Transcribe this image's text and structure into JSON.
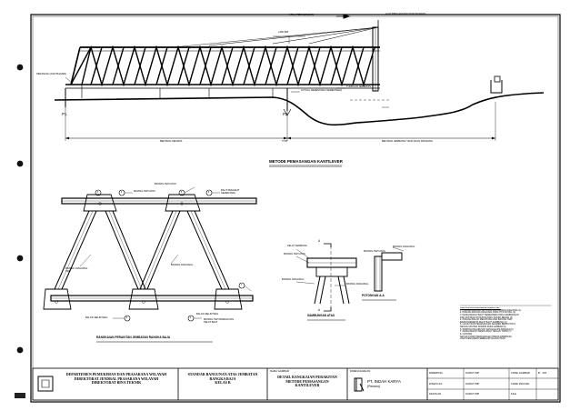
{
  "main_title": "METODE PEMASANGAN KANTILEVER",
  "drawing_titles": {
    "truss": "RANGKAIAN PERAKITAN JEMBATAN RANGKA BAJA",
    "joint": "SAMBUNGAN ATAS",
    "section": "POTONGAN A-A"
  },
  "elevation_labels": {
    "launch_direction": "ARAH PEMASANGAN",
    "tower_label": "ALAT PENGANGKAT (DAN SEJENIS)",
    "cable_label": "LAMI BAT",
    "left_support": "PERANCAH (KANTILEVER)",
    "p1": "P1",
    "p2": "P2",
    "pier_note": "ACTUAL SEMENTARA (SEMENTARA)",
    "bearing_note": "TUMPUAN JEMBATAN",
    "span_left": "BENTANG PENARIK",
    "span_mid": "TITIK",
    "span_right": "BENTANG JEMBATAN YANG AKAN DIPASANG"
  },
  "truss_labels": {
    "top_left": "BATANG TEPI ATAS",
    "top_mid": "BATANG TEPI ATAS",
    "top_right": "BAUT PENGIKAT SEMENTARA",
    "diag_left": "BATANG DIAGONAL TEPI",
    "diag_right": "BATANG DIAGONAL",
    "bottom_left": "BALOK MELINTANG",
    "bottom_mid": "BALOK MELINTANG",
    "bottom_right": "BATANG TEPI BAWAH DAN PELAT BAUT",
    "n1": "1",
    "n2": "2",
    "n3": "3",
    "n4": "4",
    "n5": "5",
    "n6": "6",
    "n7": "7"
  },
  "joint_labels": {
    "a_top": "A",
    "a_bottom": "A",
    "l1": "PELAT SAMBUNG",
    "l2": "BATANG TEPI ATAS",
    "l3": "BATANG DIAGONAL",
    "l4": "BATANG DIAGONAL",
    "s1": "BATANG DIAGONAL",
    "s2": "BATANG TEPI ATAS"
  },
  "notes": {
    "heading": "URUTAN PELAKSANAAN PERAKITAN :",
    "lines": [
      "1. PASANG BATANG TEPI ATAS DAN BATANG DIAGONAL (1)",
      "2. PASANG BATANG DIAGONAL PADA TITIK BUHUL (2)",
      "3. KENCANGKAN BAUT SEMENTARA PADA SAMBUNGAN",
      "   DAN PASTIKAN POSISI BATANG SUDAH BENAR (3)",
      "4. PASANG BALOK MELINTANG DAN BATANG TEPI",
      "   BAWAH BESERTA PELAT BAUT SAMBUNG (4)",
      "5. LANJUTKAN PEMASANGAN SEGMEN BERIKUTNYA",
      "   SESUAI URUTAN NOMOR PADA GAMBAR (5)",
      "6. PERIKSA KELURUSAN DAN ELEVASI RANGKA (6)",
      "7. KENCANGKAN SEMUA BAUT SESUAI TORSI (7)",
      "8. CATATAN :",
      "   SETIAP TAHAP PEMASANGAN HARUS DIPERIKSA",
      "   OLEH PENGAWAS SEBELUM DILANJUTKAN"
    ]
  },
  "title_block": {
    "org_lines": [
      "DEPARTEMEN PEMUKIMAN DAN PRASARANA WILAYAH",
      "DIREKTORAT JENDRAL PRASARANA WILAYAH",
      "DIREKTORAT BINA TEKNIK"
    ],
    "standard_lines": [
      "STANDAR BANGUNAN ATAS JEMBATAN",
      "RANGKA BAJA",
      "KELAS B"
    ],
    "drawing_lines": [
      "DETAIL RANGKAIAN PERAKITAN",
      "METODE PEMASANGAN",
      "KANTILEVER"
    ],
    "drawing_label": "NAMA GAMBAR",
    "company_label": "DIRENCANAKAN",
    "company": "PT. INDAH KARYA",
    "company_sub": "(Persero)",
    "rows": [
      {
        "role": "DIPERIKSA",
        "sign": "SURAT P3P",
        "key": "KODE GAMBAR",
        "val": "B - 104"
      },
      {
        "role": "DISETUJUI",
        "sign": "SURAT P3P",
        "key": "KODE PROYEK",
        "val": ""
      },
      {
        "role": "KESTUAN",
        "sign": "SURAT P3P",
        "key": "FILE",
        "val": ""
      }
    ]
  },
  "colors": {
    "ink": "#000000",
    "paper": "#ffffff"
  }
}
